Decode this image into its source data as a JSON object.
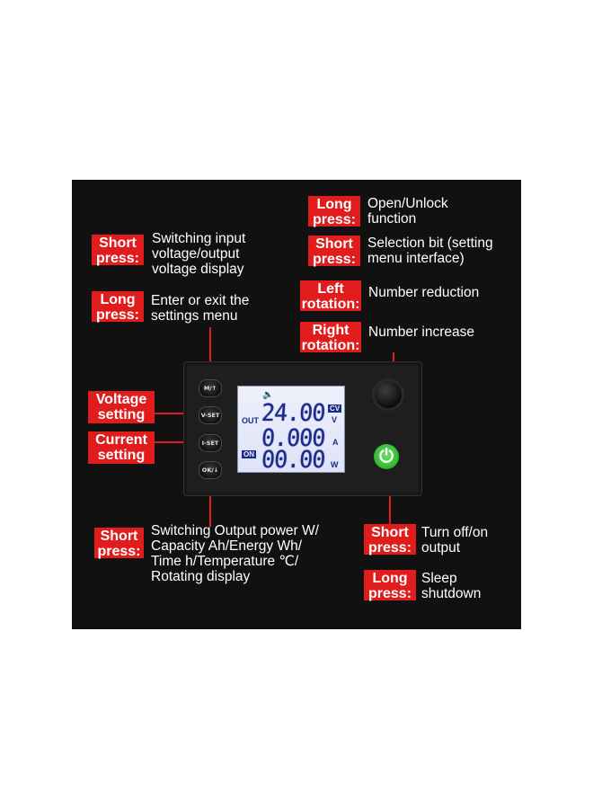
{
  "callouts": {
    "top_right_1": {
      "tag": [
        "Long",
        "press:"
      ],
      "desc": [
        "Open/Unlock",
        "function"
      ]
    },
    "top_right_2": {
      "tag": [
        "Short",
        "press:"
      ],
      "desc": [
        "Selection bit (setting",
        "menu interface)"
      ]
    },
    "top_right_3": {
      "tag": [
        "Left",
        "rotation:"
      ],
      "desc": [
        "Number reduction"
      ]
    },
    "top_right_4": {
      "tag": [
        "Right",
        "rotation:"
      ],
      "desc": [
        "Number increase"
      ]
    },
    "top_left_1": {
      "tag": [
        "Short",
        "press:"
      ],
      "desc": [
        "Switching input",
        "voltage/output",
        "voltage display"
      ]
    },
    "top_left_2": {
      "tag": [
        "Long",
        "press:"
      ],
      "desc": [
        "Enter or exit the",
        "settings menu"
      ]
    },
    "mid_left_1": {
      "tag": [
        "Voltage",
        "setting"
      ]
    },
    "mid_left_2": {
      "tag": [
        "Current",
        "setting"
      ]
    },
    "bottom_left": {
      "tag": [
        "Short",
        "press:"
      ],
      "desc": [
        "Switching Output power W/",
        "Capacity Ah/Energy Wh/",
        "Time h/Temperature ℃/",
        "Rotating display"
      ]
    },
    "bottom_right_1": {
      "tag": [
        "Short",
        "press:"
      ],
      "desc": [
        "Turn off/on",
        "output"
      ]
    },
    "bottom_right_2": {
      "tag": [
        "Long",
        "press:"
      ],
      "desc": [
        "Sleep",
        "shutdown"
      ]
    }
  },
  "device": {
    "buttons": [
      "M/↑",
      "V-SET",
      "I-SET",
      "OK/↓"
    ],
    "lcd": {
      "speaker": "🔈",
      "label_out": "OUT",
      "badge_cv": "CV",
      "badge_on": "ON",
      "voltage": "24.00",
      "current": "0.000",
      "power": "00.00",
      "unit_v": "V",
      "unit_a": "A",
      "unit_w": "W"
    },
    "power_symbol": "⏻"
  },
  "colors": {
    "tag_red": "#e01c1c",
    "panel": "#111111",
    "lcd_digit": "#1c2a8a",
    "power_green": "#2fb52f"
  }
}
